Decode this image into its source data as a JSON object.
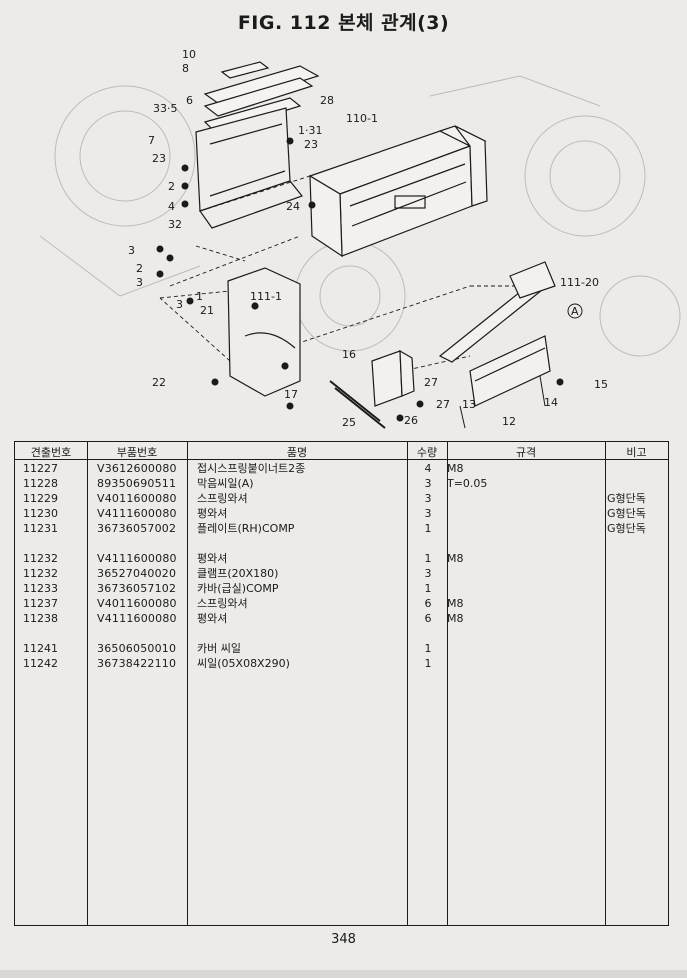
{
  "title": "FIG. 112 본체 관계(3)",
  "callouts": [
    "10",
    "8",
    "6",
    "33·5",
    "7",
    "23",
    "2",
    "4",
    "32",
    "28",
    "1·31",
    "23",
    "24",
    "110-1",
    "3",
    "2",
    "3",
    "1",
    "3",
    "21",
    "111-1",
    "111-20",
    "A",
    "22",
    "16",
    "17",
    "25",
    "27",
    "27",
    "26",
    "13",
    "14",
    "12",
    "15"
  ],
  "table": {
    "headers": [
      "견출번호",
      "부품번호",
      "품명",
      "수량",
      "규격",
      "비고"
    ],
    "rows": [
      {
        "ref": "11227",
        "part": "V3612600080",
        "name": "접시스프링붙이너트2종",
        "qty": "4",
        "spec": "M8",
        "note": ""
      },
      {
        "ref": "11228",
        "part": "89350690511",
        "name": "막음씨일(A)",
        "qty": "3",
        "spec": "T=0.05",
        "note": ""
      },
      {
        "ref": "11229",
        "part": "V4011600080",
        "name": "스프링와셔",
        "qty": "3",
        "spec": "",
        "note": "G형단독"
      },
      {
        "ref": "11230",
        "part": "V4111600080",
        "name": "평와셔",
        "qty": "3",
        "spec": "",
        "note": "G형단독"
      },
      {
        "ref": "11231",
        "part": "36736057002",
        "name": "플레이트(RH)COMP",
        "qty": "1",
        "spec": "",
        "note": "G형단독"
      },
      {
        "ref": "",
        "part": "",
        "name": "",
        "qty": "",
        "spec": "",
        "note": ""
      },
      {
        "ref": "11232",
        "part": "V4111600080",
        "name": "평와셔",
        "qty": "1",
        "spec": "M8",
        "note": ""
      },
      {
        "ref": "11232",
        "part": "36527040020",
        "name": "클램프(20X180)",
        "qty": "3",
        "spec": "",
        "note": ""
      },
      {
        "ref": "11233",
        "part": "36736057102",
        "name": "카바(급실)COMP",
        "qty": "1",
        "spec": "",
        "note": ""
      },
      {
        "ref": "11237",
        "part": "V4011600080",
        "name": "스프링와셔",
        "qty": "6",
        "spec": "M8",
        "note": ""
      },
      {
        "ref": "11238",
        "part": "V4111600080",
        "name": "평와셔",
        "qty": "6",
        "spec": "M8",
        "note": ""
      },
      {
        "ref": "",
        "part": "",
        "name": "",
        "qty": "",
        "spec": "",
        "note": ""
      },
      {
        "ref": "11241",
        "part": "36506050010",
        "name": "카버 씨일",
        "qty": "1",
        "spec": "",
        "note": ""
      },
      {
        "ref": "11242",
        "part": "36738422110",
        "name": "씨일(05X08X290)",
        "qty": "1",
        "spec": "",
        "note": ""
      }
    ]
  },
  "page_number": "348"
}
